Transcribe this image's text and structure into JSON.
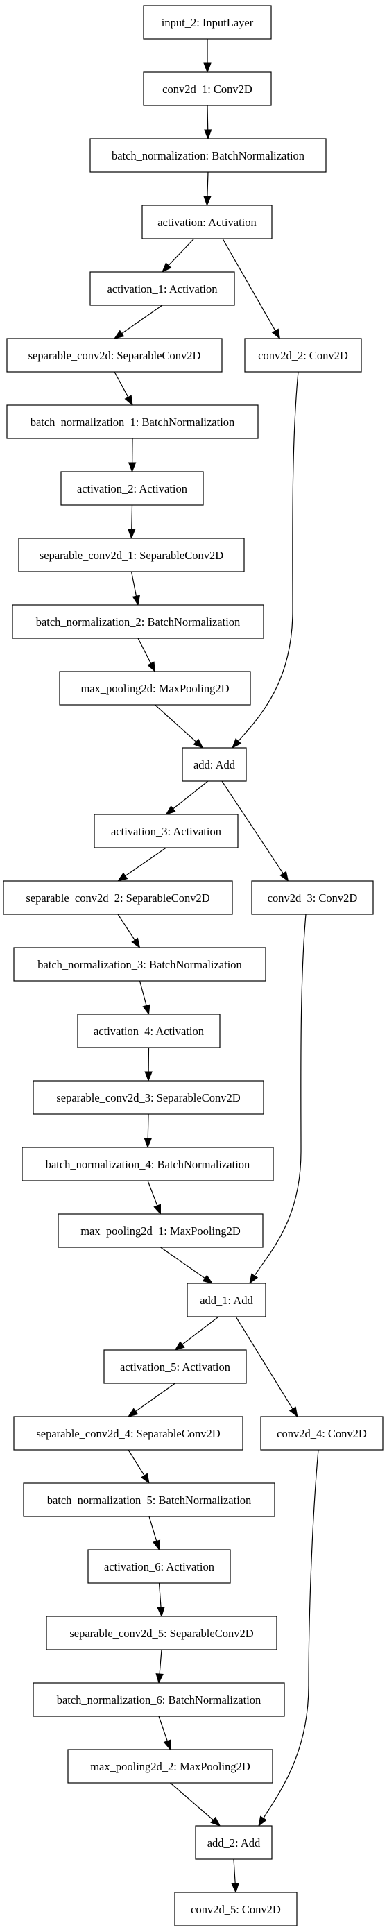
{
  "diagram": {
    "nodes": [
      {
        "id": "input_2",
        "label": "input_2: InputLayer"
      },
      {
        "id": "conv2d_1",
        "label": "conv2d_1: Conv2D"
      },
      {
        "id": "batch_normalization",
        "label": "batch_normalization: BatchNormalization"
      },
      {
        "id": "activation",
        "label": "activation: Activation"
      },
      {
        "id": "activation_1",
        "label": "activation_1: Activation"
      },
      {
        "id": "separable_conv2d",
        "label": "separable_conv2d: SeparableConv2D"
      },
      {
        "id": "conv2d_2",
        "label": "conv2d_2: Conv2D"
      },
      {
        "id": "batch_normalization_1",
        "label": "batch_normalization_1: BatchNormalization"
      },
      {
        "id": "activation_2",
        "label": "activation_2: Activation"
      },
      {
        "id": "separable_conv2d_1",
        "label": "separable_conv2d_1: SeparableConv2D"
      },
      {
        "id": "batch_normalization_2",
        "label": "batch_normalization_2: BatchNormalization"
      },
      {
        "id": "max_pooling2d",
        "label": "max_pooling2d: MaxPooling2D"
      },
      {
        "id": "add",
        "label": "add: Add"
      },
      {
        "id": "activation_3",
        "label": "activation_3: Activation"
      },
      {
        "id": "separable_conv2d_2",
        "label": "separable_conv2d_2: SeparableConv2D"
      },
      {
        "id": "conv2d_3",
        "label": "conv2d_3: Conv2D"
      },
      {
        "id": "batch_normalization_3",
        "label": "batch_normalization_3: BatchNormalization"
      },
      {
        "id": "activation_4",
        "label": "activation_4: Activation"
      },
      {
        "id": "separable_conv2d_3",
        "label": "separable_conv2d_3: SeparableConv2D"
      },
      {
        "id": "batch_normalization_4",
        "label": "batch_normalization_4: BatchNormalization"
      },
      {
        "id": "max_pooling2d_1",
        "label": "max_pooling2d_1: MaxPooling2D"
      },
      {
        "id": "add_1",
        "label": "add_1: Add"
      },
      {
        "id": "activation_5",
        "label": "activation_5: Activation"
      },
      {
        "id": "separable_conv2d_4",
        "label": "separable_conv2d_4: SeparableConv2D"
      },
      {
        "id": "conv2d_4",
        "label": "conv2d_4: Conv2D"
      },
      {
        "id": "batch_normalization_5",
        "label": "batch_normalization_5: BatchNormalization"
      },
      {
        "id": "activation_6",
        "label": "activation_6: Activation"
      },
      {
        "id": "separable_conv2d_5",
        "label": "separable_conv2d_5: SeparableConv2D"
      },
      {
        "id": "batch_normalization_6",
        "label": "batch_normalization_6: BatchNormalization"
      },
      {
        "id": "max_pooling2d_2",
        "label": "max_pooling2d_2: MaxPooling2D"
      },
      {
        "id": "add_2",
        "label": "add_2: Add"
      },
      {
        "id": "conv2d_5",
        "label": "conv2d_5: Conv2D"
      }
    ],
    "edges": [
      {
        "from": "input_2",
        "to": "conv2d_1"
      },
      {
        "from": "conv2d_1",
        "to": "batch_normalization"
      },
      {
        "from": "batch_normalization",
        "to": "activation"
      },
      {
        "from": "activation",
        "to": "activation_1"
      },
      {
        "from": "activation",
        "to": "conv2d_2"
      },
      {
        "from": "activation_1",
        "to": "separable_conv2d"
      },
      {
        "from": "separable_conv2d",
        "to": "batch_normalization_1"
      },
      {
        "from": "batch_normalization_1",
        "to": "activation_2"
      },
      {
        "from": "activation_2",
        "to": "separable_conv2d_1"
      },
      {
        "from": "separable_conv2d_1",
        "to": "batch_normalization_2"
      },
      {
        "from": "batch_normalization_2",
        "to": "max_pooling2d"
      },
      {
        "from": "max_pooling2d",
        "to": "add"
      },
      {
        "from": "conv2d_2",
        "to": "add"
      },
      {
        "from": "add",
        "to": "activation_3"
      },
      {
        "from": "add",
        "to": "conv2d_3"
      },
      {
        "from": "activation_3",
        "to": "separable_conv2d_2"
      },
      {
        "from": "separable_conv2d_2",
        "to": "batch_normalization_3"
      },
      {
        "from": "batch_normalization_3",
        "to": "activation_4"
      },
      {
        "from": "activation_4",
        "to": "separable_conv2d_3"
      },
      {
        "from": "separable_conv2d_3",
        "to": "batch_normalization_4"
      },
      {
        "from": "batch_normalization_4",
        "to": "max_pooling2d_1"
      },
      {
        "from": "max_pooling2d_1",
        "to": "add_1"
      },
      {
        "from": "conv2d_3",
        "to": "add_1"
      },
      {
        "from": "add_1",
        "to": "activation_5"
      },
      {
        "from": "add_1",
        "to": "conv2d_4"
      },
      {
        "from": "activation_5",
        "to": "separable_conv2d_4"
      },
      {
        "from": "separable_conv2d_4",
        "to": "batch_normalization_5"
      },
      {
        "from": "batch_normalization_5",
        "to": "activation_6"
      },
      {
        "from": "activation_6",
        "to": "separable_conv2d_5"
      },
      {
        "from": "separable_conv2d_5",
        "to": "batch_normalization_6"
      },
      {
        "from": "batch_normalization_6",
        "to": "max_pooling2d_2"
      },
      {
        "from": "max_pooling2d_2",
        "to": "add_2"
      },
      {
        "from": "conv2d_4",
        "to": "add_2"
      },
      {
        "from": "add_2",
        "to": "conv2d_5"
      }
    ]
  }
}
